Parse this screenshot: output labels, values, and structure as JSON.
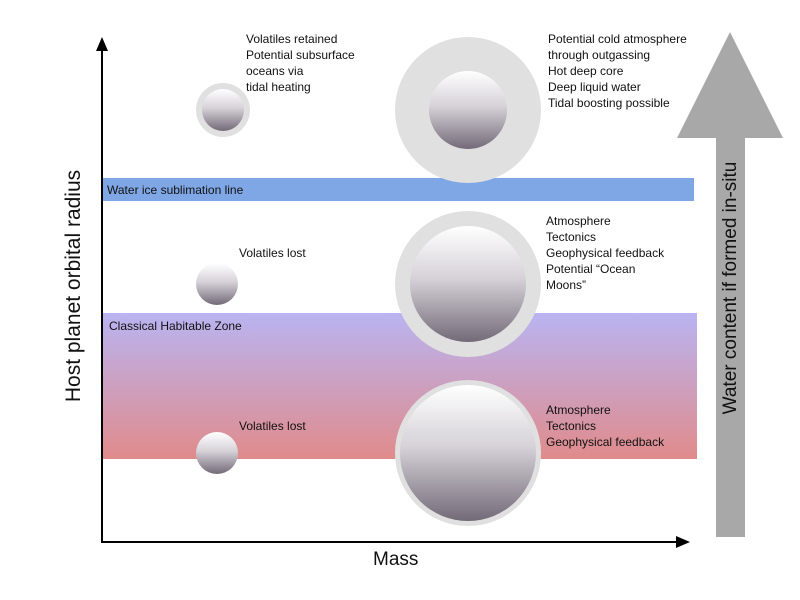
{
  "axes": {
    "x_label": "Mass",
    "y_label": "Host planet orbital radius",
    "water_label": "Water content if formed in-situ"
  },
  "bands": {
    "snow_line": "Water ice sublimation line",
    "habitable_zone": "Classical Habitable Zone"
  },
  "notes": {
    "small_outer": [
      "Volatiles retained",
      "Potential subsurface",
      "oceans via",
      "tidal heating"
    ],
    "large_outer": [
      "Potential cold atmosphere",
      "through outgassing",
      "Hot deep core",
      "Deep liquid water",
      "Tidal boosting possible"
    ],
    "small_middle": [
      "Volatiles lost"
    ],
    "large_middle": [
      "Atmosphere",
      "Tectonics",
      "Geophysical feedback",
      "Potential “Ocean",
      "Moons”"
    ],
    "small_inner": [
      "Volatiles lost"
    ],
    "large_inner": [
      "Atmosphere",
      "Tectonics",
      "Geophysical feedback"
    ]
  },
  "colors": {
    "snow_band": "#7fa7e6",
    "hz_top": "#b9b4f2",
    "hz_bottom": "#e08b8b",
    "arrow_gray": "#a8a8a8",
    "halo_gray": "#e0e0e0",
    "sphere_light": "#ffffff",
    "sphere_dark": "#736a78"
  }
}
